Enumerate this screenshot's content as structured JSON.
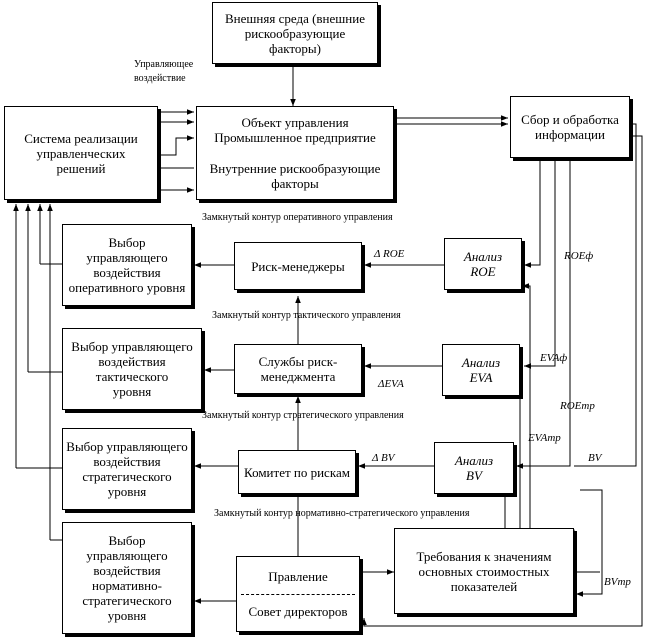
{
  "boxes": {
    "external": "Внешняя среда (внешние\nрискообразующие\nфакторы)",
    "object_top": "Объект управления\nПромышленное предприятие",
    "object_bottom": "Внутренние рискообразующие\nфакторы",
    "system": "Система реализации\nуправленческих\nрешений",
    "collect": "Сбор и обработка\nинформации",
    "choice_oper": "Выбор\nуправляющего\nвоздействия\nоперативного уровня",
    "risk_managers": "Риск-менеджеры",
    "analysis_roe": "Анализ\nROE",
    "choice_tact": "Выбор управляющего\nвоздействия\nтактического\nуровня",
    "risk_services": "Службы риск-\nменеджмента",
    "analysis_eva": "Анализ\nEVA",
    "choice_strat": "Выбор управляющего\nвоздействия\nстратегического\nуровня",
    "committee": "Комитет по рискам",
    "analysis_bv": "Анализ\nBV",
    "choice_norm": "Выбор\nуправляющего\nвоздействия\nнормативно-\nстратегического\nуровня",
    "board_top": "Правление",
    "board_bottom": "Совет директоров",
    "requirements": "Требования к значениям\nосновных стоимостных\nпоказателей"
  },
  "labels": {
    "control_action": "Управляющее\nвоздействие",
    "loop_oper": "Замкнутый контур оперативного управления",
    "loop_tact": "Замкнутый контур тактического управления",
    "loop_strat": "Замкнутый контур стратегического управления",
    "loop_norm": "Замкнутый контур нормативно-стратегического управления",
    "delta_roe": "Δ ROE",
    "delta_eva": "ΔEVA",
    "delta_bv": "Δ BV",
    "roe_f": "ROEф",
    "eva_f": "EVAф",
    "bv_f": "BV",
    "roe_tr": "ROEтр",
    "eva_tr": "EVAтр",
    "bv_tr": "BVтр"
  }
}
